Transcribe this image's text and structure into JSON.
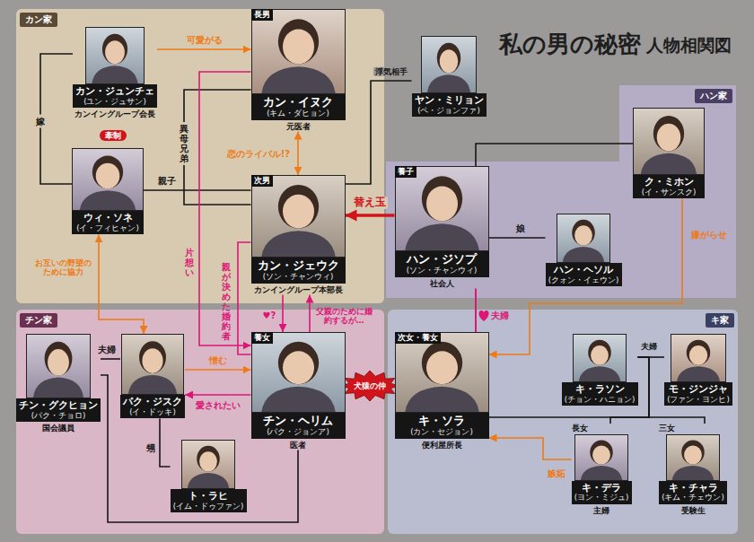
{
  "diagram": {
    "title": "私の男の秘密",
    "nodes": [
      {
        "text": [
          "カン家"
        ]
      },
      {
        "text": [
          "カン・ジュンチェ",
          "(ユン・ジュサン)",
          "カンイングループ会長"
        ],
        "in": 0
      },
      {
        "text": [
          "長男",
          "カン・イヌク",
          "(キム・ダヒョン)",
          "元医者"
        ],
        "in": 0
      },
      {
        "text": [
          "ウィ・ソネ",
          "(イ・フィヒャン)"
        ],
        "in": 0
      },
      {
        "text": [
          "次男",
          "カン・ジェウク",
          "(ソン・チャンウィ)",
          "カンイングループ本部長"
        ],
        "in": 0
      },
      {
        "text": [
          "ヤン・ミリョン",
          "(ペ・ジョンファ)"
        ]
      },
      {
        "text": [
          "ハン家"
        ]
      },
      {
        "text": [
          "養子",
          "ハン・ジソプ",
          "(ソン・チャンウィ)",
          "社会人"
        ],
        "in": 6
      },
      {
        "text": [
          "ク・ミホン",
          "(イ・サンスク)"
        ],
        "in": 6
      },
      {
        "text": [
          "ハン・ヘソル",
          "(クォン・イェウン)"
        ],
        "in": 6
      },
      {
        "text": [
          "チン家"
        ]
      },
      {
        "text": [
          "チン・グクヒョン",
          "(パク・チョロ)",
          "国会議員"
        ],
        "in": 10
      },
      {
        "text": [
          "パク・ジスク",
          "(イ・ドッキ)"
        ],
        "in": 10
      },
      {
        "text": [
          "養女",
          "チン・ヘリム",
          "(パク・ジョンア)",
          "医者"
        ],
        "in": 10
      },
      {
        "text": [
          "ト・ラヒ",
          "(イム・ドゥファン)"
        ],
        "in": 10
      },
      {
        "text": [
          "キ家"
        ]
      },
      {
        "text": [
          "次女・養女",
          "キ・ソラ",
          "(カン・セジョン)",
          "便利屋所長"
        ],
        "in": 15
      },
      {
        "text": [
          "キ・ラソン",
          "(チョン・ハニョン)"
        ],
        "in": 15
      },
      {
        "text": [
          "モ・ジンジャ",
          "(ファン・ヨンヒ)"
        ],
        "in": 15
      },
      {
        "text": [
          "長女",
          "キ・デラ",
          "(ヨン・ミジュ)",
          "主婦"
        ],
        "in": 15
      },
      {
        "text": [
          "三女",
          "キ・チャラ",
          "(キム・チェウン)",
          "受験生"
        ],
        "in": 15
      }
    ],
    "edges": [
      {
        "from": 1,
        "to": 2,
        "arrow": "to",
        "label": "可愛がる"
      },
      {
        "from": 1,
        "to": 3,
        "arrow": "none",
        "label": "嫁"
      },
      {
        "from": 3,
        "to": 4,
        "arrow": "none",
        "label": "親子"
      },
      {
        "from": 2,
        "to": 4,
        "arrow": "none",
        "label": "異母兄弟"
      },
      {
        "from": 2,
        "to": 4,
        "arrow": "both",
        "label": "恋のライバル!?"
      },
      {
        "from": 4,
        "to": 5,
        "arrow": "none",
        "label": "浮気相手"
      },
      {
        "from": 7,
        "to": 4,
        "arrow": "to",
        "label": "替え玉"
      },
      {
        "from": 7,
        "to": 9,
        "arrow": "none",
        "label": "娘"
      },
      {
        "from": 8,
        "to": 7,
        "arrow": "none"
      },
      {
        "from": 8,
        "to": 16,
        "arrow": "to",
        "label": "嫌がらせ"
      },
      {
        "from": 7,
        "to": 16,
        "arrow": "none",
        "label": "夫婦"
      },
      {
        "from": 2,
        "to": 13,
        "arrow": "to",
        "label": "片想い"
      },
      {
        "from": 4,
        "to": 13,
        "arrow": "none",
        "label": "親が決めた婚約者"
      },
      {
        "from": 4,
        "to": 13,
        "arrow": "to",
        "label": "♥?"
      },
      {
        "from": 13,
        "to": 4,
        "arrow": "to",
        "label": "父親のために婚約するが…"
      },
      {
        "from": 13,
        "to": 16,
        "arrow": "none",
        "label": "犬猿の仲"
      },
      {
        "from": 3,
        "to": 12,
        "arrow": "both",
        "label": "お互いの野望のために協力"
      },
      {
        "from": 12,
        "to": 13,
        "arrow": "to",
        "label": "憎む"
      },
      {
        "from": 13,
        "to": 12,
        "arrow": "to",
        "label": "愛されたい"
      },
      {
        "from": 11,
        "to": 12,
        "arrow": "none",
        "label": "夫婦"
      },
      {
        "from": 12,
        "to": 14,
        "arrow": "none",
        "label": "甥"
      },
      {
        "from": 11,
        "to": 13,
        "arrow": "none"
      },
      {
        "from": 17,
        "to": 18,
        "arrow": "none",
        "label": "夫婦"
      },
      {
        "from": 17,
        "to": 19,
        "arrow": "none"
      },
      {
        "from": 17,
        "to": 20,
        "arrow": "none"
      },
      {
        "from": 17,
        "to": 16,
        "arrow": "none"
      },
      {
        "from": 19,
        "to": 16,
        "arrow": "to",
        "label": "嫉妬"
      }
    ],
    "labels": [
      "人物相関図",
      "牽制"
    ]
  }
}
